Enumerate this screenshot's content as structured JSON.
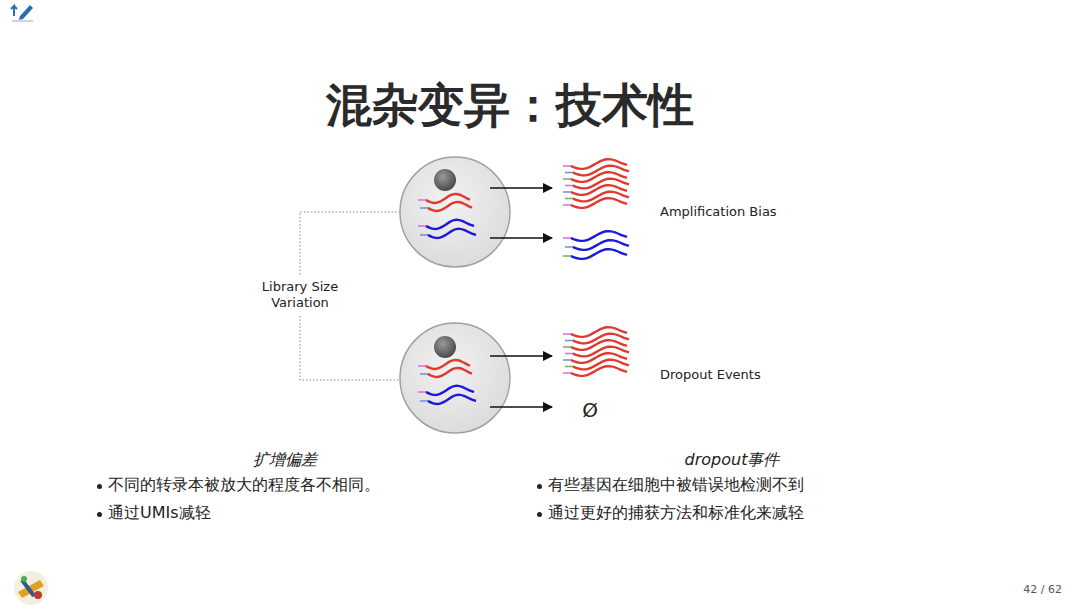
{
  "diagram": {
    "title": "混杂变异：技术性",
    "labels": [
      "Amplification Bias",
      "Library Size Variation",
      "Dropout Events",
      "Ø",
      "扩增偏差",
      "不同的转录本被放大的程度各不相同。",
      "通过UMIs减轻",
      "dropout事件",
      "有些基因在细胞中被错误地检测不到",
      "通过更好的捕获方法和标准化来减轻",
      "42 / 62"
    ]
  }
}
